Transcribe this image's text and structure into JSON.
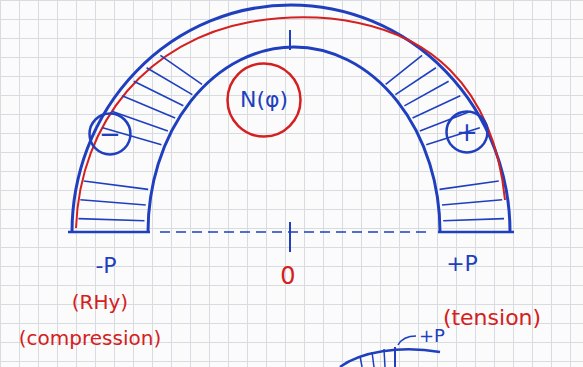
{
  "diagram": {
    "nodes": [
      {
        "text": [
          "−"
        ]
      },
      {
        "text": [
          "N(φ)"
        ]
      },
      {
        "text": [
          "+"
        ]
      }
    ],
    "labels": [
      "-P",
      "0",
      "+P",
      "(RHy)",
      "(compression)",
      "(tension)",
      "+P"
    ]
  }
}
